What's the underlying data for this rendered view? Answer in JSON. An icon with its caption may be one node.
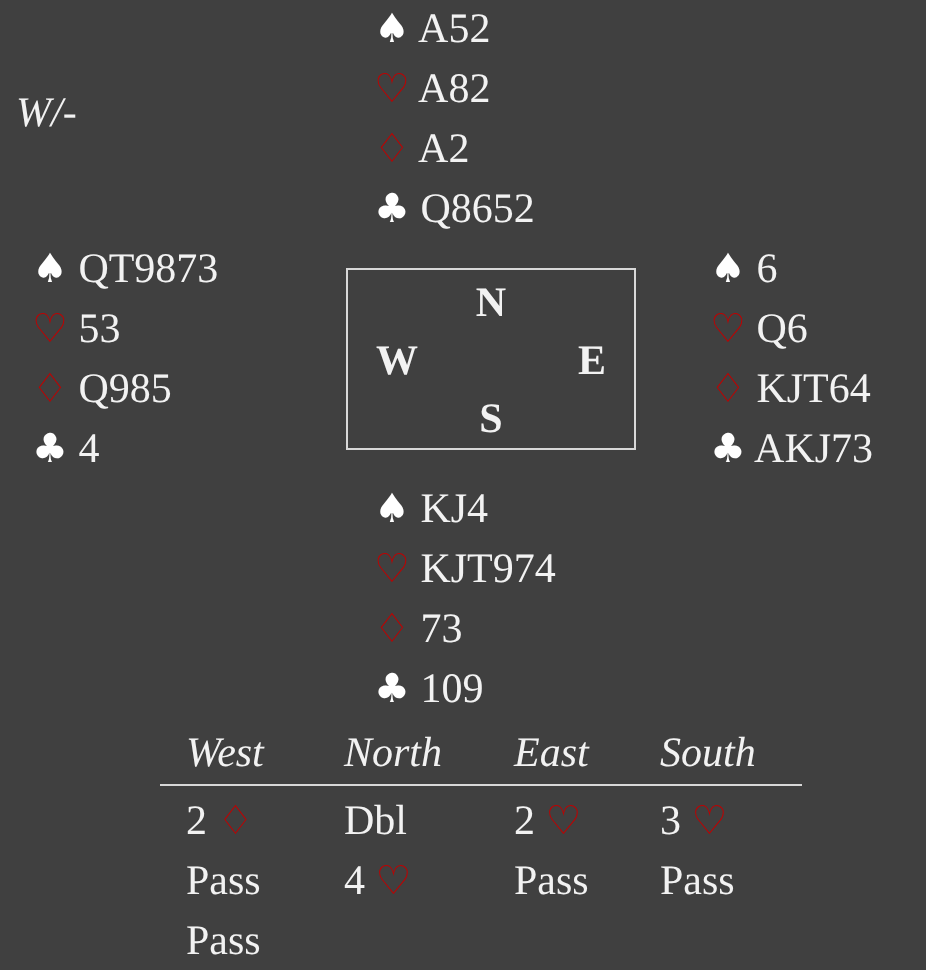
{
  "diagram": {
    "nodes": [
      {
        "text": [
          "N",
          "W",
          "E",
          "S"
        ]
      }
    ],
    "labels": [
      "W/-",
      "♠ A52",
      "♡ A82",
      "♢ A2",
      "♣ Q8652",
      "♠ QT9873",
      "♡ 53",
      "♢ Q985",
      "♣ 4",
      "♠ 6",
      "♡ Q6",
      "♢ KJT64",
      "♣ AKJ73",
      "♠ KJ4",
      "♡ KJT974",
      "♢ 73",
      "♣ 109",
      "West",
      "North",
      "East",
      "South",
      "2 ♢",
      "Dbl",
      "2 ♡",
      "3 ♡",
      "Pass",
      "4 ♡",
      "Pass",
      "Pass",
      "Pass"
    ]
  }
}
